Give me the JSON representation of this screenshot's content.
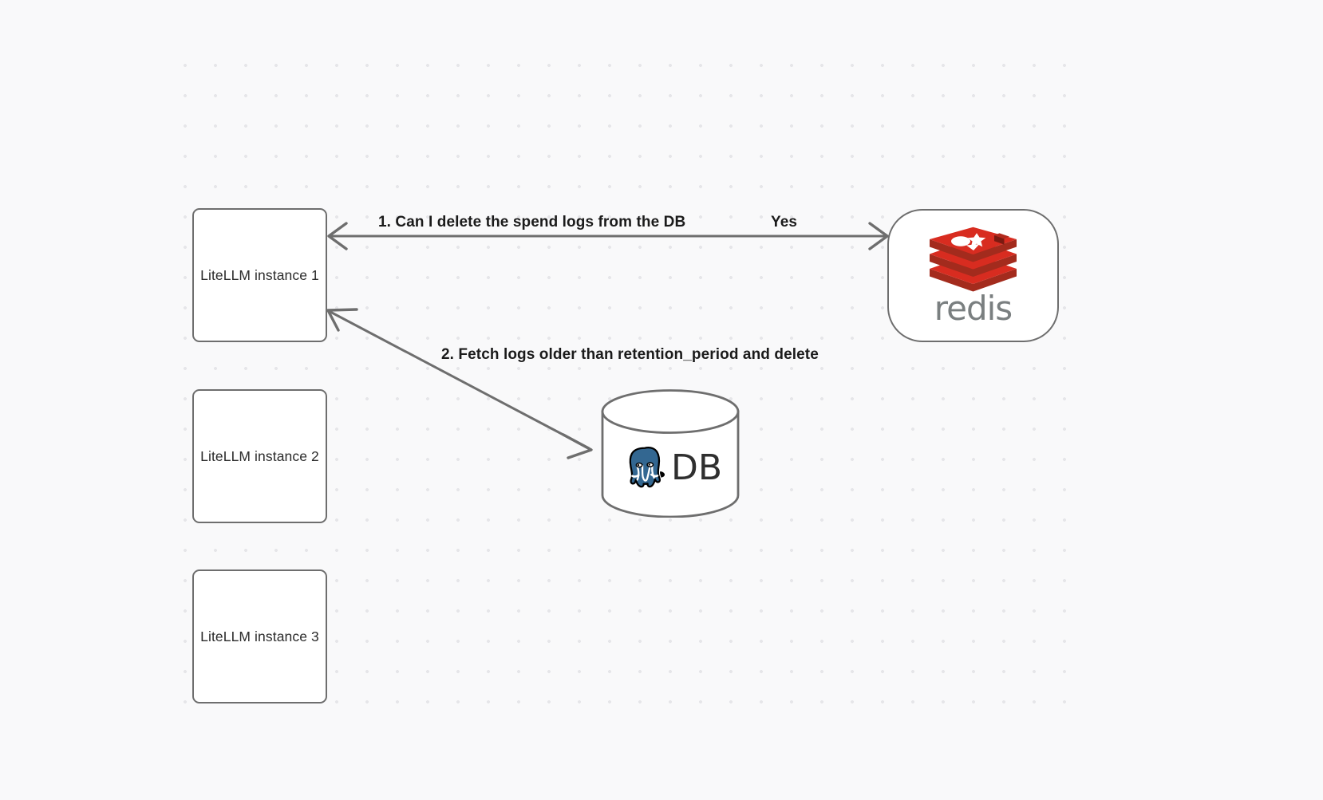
{
  "canvas": {
    "background_color": "#f9f9fa",
    "grid_dot_color": "#e6e6e9",
    "stroke_color": "#6e6e6e"
  },
  "nodes": [
    {
      "id": "llm1",
      "label": "LiteLLM instance 1",
      "shape": "rounded-rect"
    },
    {
      "id": "llm2",
      "label": "LiteLLM instance 2",
      "shape": "rounded-rect"
    },
    {
      "id": "llm3",
      "label": "LiteLLM instance 3",
      "shape": "rounded-rect"
    },
    {
      "id": "redis",
      "label": "redis",
      "shape": "stadium",
      "logo": "redis-logo",
      "logo_color": "#d82c20",
      "word_color": "#7a7f80"
    },
    {
      "id": "db",
      "label": "DB",
      "shape": "cylinder",
      "logo": "postgresql-elephant-icon",
      "logo_color": "#336791"
    }
  ],
  "edges": [
    {
      "id": "edge-1",
      "from": "llm1",
      "to": "redis",
      "direction": "bidirectional",
      "label": "1.  Can I delete the spend logs from the DB",
      "reply_label": "Yes"
    },
    {
      "id": "edge-2",
      "from": "llm1",
      "to": "db",
      "direction": "bidirectional",
      "label": "2.  Fetch logs older than retention_period and delete"
    }
  ],
  "labels": {
    "step1": "1.  Can I delete the spend logs from the DB",
    "yes": "Yes",
    "step2": "2.  Fetch logs older than retention_period and delete",
    "db_text": "DB",
    "redis_word": "redis"
  }
}
